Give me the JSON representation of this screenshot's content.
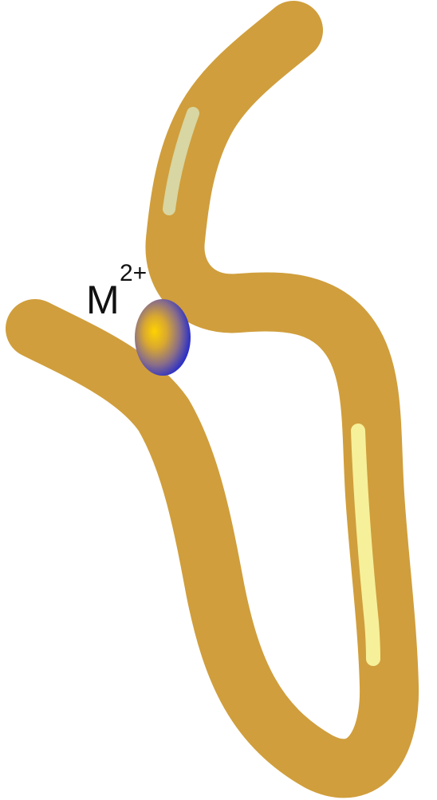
{
  "ion": {
    "symbol": "M",
    "charge": "2+"
  },
  "colors": {
    "strand": "#D09E3C",
    "highlight_upper": "#D8D6A2",
    "highlight_lower": "#F6F09A",
    "ion_core": "#FFD200",
    "ion_edge": "#2A2FC8",
    "label": "#111111",
    "background": "#FFFFFF"
  },
  "shapes": {
    "strand": "protein-backbone-ribbon",
    "ion": "metal-ion-sphere"
  }
}
